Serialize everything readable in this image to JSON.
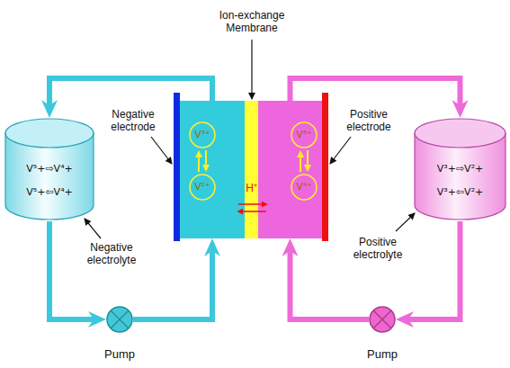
{
  "diagram": {
    "nodes": [
      {
        "text": [
          "V⁵+⇨V⁴+",
          "V⁵+⇦V⁴+"
        ]
      },
      {
        "text": []
      },
      {
        "text": [
          "V³⁺"
        ],
        "in": 1
      },
      {
        "text": [
          "V²⁺"
        ],
        "in": 1
      },
      {
        "text": [
          "H⁺"
        ]
      },
      {
        "text": []
      },
      {
        "text": [
          "V⁵⁺"
        ],
        "in": 5
      },
      {
        "text": [
          "V⁴⁺"
        ],
        "in": 5
      },
      {
        "text": [
          "V³+⇨V²+",
          "V³+⇦V²+"
        ]
      },
      {
        "text": [
          "Pump"
        ]
      },
      {
        "text": [
          "Pump"
        ]
      }
    ],
    "edges": [
      {
        "from": 1,
        "to": 0,
        "arrow": "to"
      },
      {
        "from": 0,
        "to": 9,
        "arrow": "to"
      },
      {
        "from": 9,
        "to": 1,
        "arrow": "to"
      },
      {
        "from": 5,
        "to": 8,
        "arrow": "to"
      },
      {
        "from": 8,
        "to": 10,
        "arrow": "to"
      },
      {
        "from": 10,
        "to": 5,
        "arrow": "to"
      },
      {
        "from": 2,
        "to": 3,
        "arrow": "both"
      },
      {
        "from": 6,
        "to": 7,
        "arrow": "both"
      }
    ],
    "labels": [
      "Ion-exchange Membrane",
      "Negative electrode",
      "Positive electrode",
      "Negative electrolyte",
      "Positive electrolyte"
    ]
  }
}
